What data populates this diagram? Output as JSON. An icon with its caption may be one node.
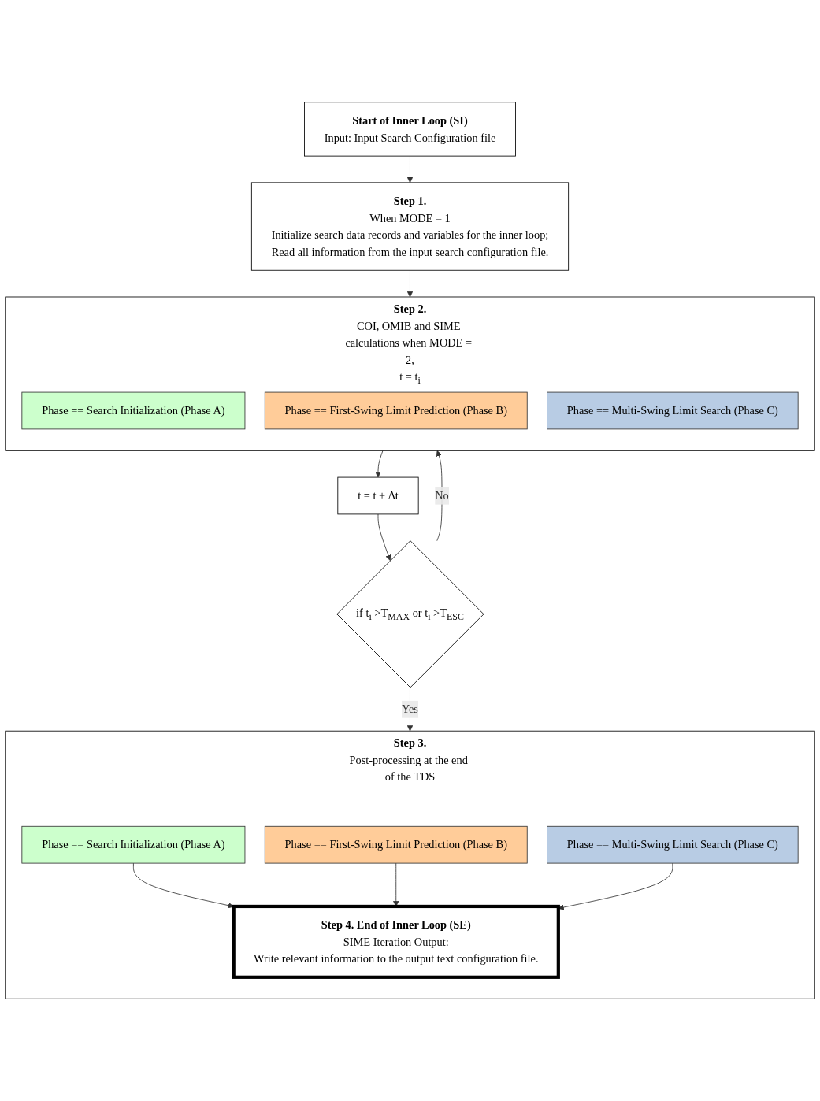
{
  "diagram": {
    "nodes": [
      {
        "text": [
          "Start of Inner Loop (SI)",
          "Input: Input Search Configuration file"
        ]
      },
      {
        "text": [
          "Step 1.",
          "When MODE = 1",
          "Initialize search data records and variables for the inner loop;",
          "Read all information from the input search configuration file."
        ]
      },
      {
        "text": [
          "Step 2.",
          "COI, OMIB and SIME calculations when MODE = 2,",
          "t = t$_{i}$"
        ]
      },
      {
        "text": [
          "Phase == Search Initialization (Phase A)"
        ],
        "in": 2
      },
      {
        "text": [
          "Phase == First-Swing Limit Prediction (Phase B)"
        ],
        "in": 2
      },
      {
        "text": [
          "Phase == Multi-Swing Limit Search (Phase C)"
        ],
        "in": 2
      },
      {
        "text": [
          "t = t + Δt"
        ]
      },
      {
        "text": [
          "if t$_{i}$ >T$_{MAX}$ or t$_{i}$ >T$_{ESC}$"
        ]
      },
      {
        "text": [
          "Step 3.",
          "Post-processing at the end of the TDS"
        ]
      },
      {
        "text": [
          "Phase == Search Initialization (Phase A)"
        ],
        "in": 8
      },
      {
        "text": [
          "Phase == First-Swing Limit Prediction (Phase B)"
        ],
        "in": 8
      },
      {
        "text": [
          "Phase == Multi-Swing Limit Search (Phase C)"
        ],
        "in": 8
      },
      {
        "text": [
          "Step 4. End of Inner Loop (SE)",
          "SIME Iteration Output:",
          "Write relevant information to the output text configuration file."
        ],
        "in": 8
      }
    ],
    "edges": [
      {
        "from": 0,
        "to": 1,
        "arrow": "to"
      },
      {
        "from": 1,
        "to": 2,
        "arrow": "to"
      },
      {
        "from": 2,
        "to": 6,
        "arrow": "to"
      },
      {
        "from": 6,
        "to": 7,
        "arrow": "to"
      },
      {
        "from": 7,
        "to": 2,
        "arrow": "to",
        "label": "No"
      },
      {
        "from": 7,
        "to": 8,
        "arrow": "to",
        "label": "Yes"
      },
      {
        "from": 9,
        "to": 12,
        "arrow": "to"
      },
      {
        "from": 10,
        "to": 12,
        "arrow": "to"
      },
      {
        "from": 11,
        "to": 12,
        "arrow": "to"
      }
    ]
  }
}
